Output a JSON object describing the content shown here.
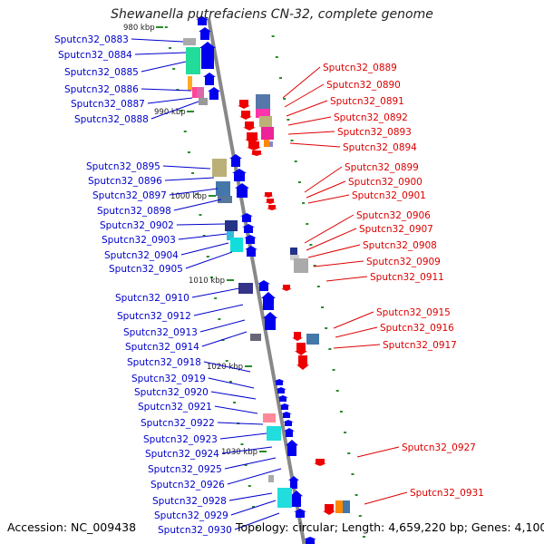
{
  "title": "Shewanella putrefaciens CN-32, complete genome",
  "footer": {
    "accession": "Accession: NC_009438",
    "topology": "Topology: circular; Length: 4,659,220 bp; Genes: 4,100"
  },
  "colors": {
    "left_label": "#0000cc",
    "right_label": "#dd0000",
    "backbone": "#888888",
    "tick": "#2a8a2a"
  },
  "kbp_labels": [
    "980 kbp",
    "990 kbp",
    "1000 kbp",
    "1010 kbp",
    "1020 kbp",
    "1030 kbp"
  ],
  "left_genes": [
    "Sputcn32_0883",
    "Sputcn32_0884",
    "Sputcn32_0885",
    "Sputcn32_0886",
    "Sputcn32_0887",
    "Sputcn32_0888",
    "Sputcn32_0895",
    "Sputcn32_0896",
    "Sputcn32_0897",
    "Sputcn32_0898",
    "Sputcn32_0902",
    "Sputcn32_0903",
    "Sputcn32_0904",
    "Sputcn32_0905",
    "Sputcn32_0910",
    "Sputcn32_0912",
    "Sputcn32_0913",
    "Sputcn32_0914",
    "Sputcn32_0918",
    "Sputcn32_0919",
    "Sputcn32_0920",
    "Sputcn32_0921",
    "Sputcn32_0922",
    "Sputcn32_0923",
    "Sputcn32_0924",
    "Sputcn32_0925",
    "Sputcn32_0926",
    "Sputcn32_0928",
    "Sputcn32_0929",
    "Sputcn32_0930"
  ],
  "right_genes": [
    "Sputcn32_0889",
    "Sputcn32_0890",
    "Sputcn32_0891",
    "Sputcn32_0892",
    "Sputcn32_0893",
    "Sputcn32_0894",
    "Sputcn32_0899",
    "Sputcn32_0900",
    "Sputcn32_0901",
    "Sputcn32_0906",
    "Sputcn32_0907",
    "Sputcn32_0908",
    "Sputcn32_0909",
    "Sputcn32_0911",
    "Sputcn32_0915",
    "Sputcn32_0916",
    "Sputcn32_0917",
    "Sputcn32_0927",
    "Sputcn32_0931"
  ]
}
